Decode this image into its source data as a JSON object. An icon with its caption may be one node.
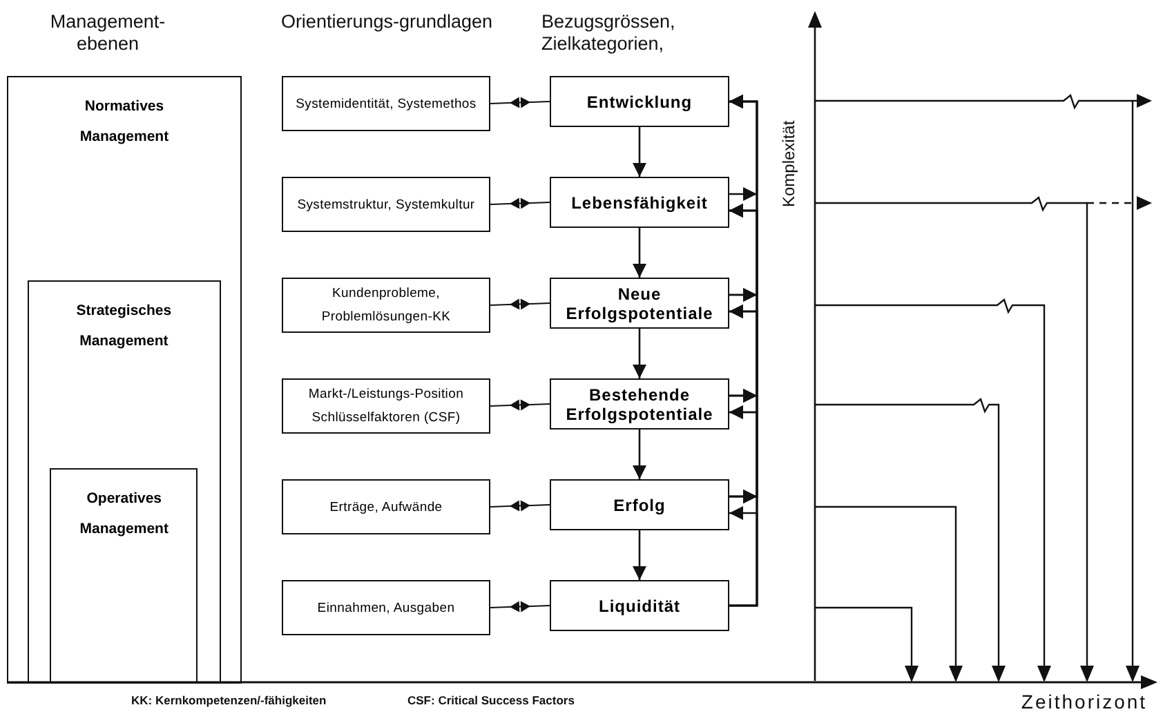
{
  "diagram": {
    "nodes": [
      {
        "text": [
          "Normatives Management"
        ]
      },
      {
        "text": [
          "Strategisches Management"
        ],
        "in": 0
      },
      {
        "text": [
          "Operatives Management"
        ],
        "in": 1
      },
      {
        "text": [
          "Systemidentität, Systemethos"
        ]
      },
      {
        "text": [
          "Systemstruktur, Systemkultur"
        ]
      },
      {
        "text": [
          "Kundenprobleme, Problemlösungen-KK"
        ]
      },
      {
        "text": [
          "Markt-/Leistungs-Position Schlüsselfaktoren (CSF)"
        ]
      },
      {
        "text": [
          "Erträge, Aufwände"
        ]
      },
      {
        "text": [
          "Einnahmen, Ausgaben"
        ]
      },
      {
        "text": [
          "Entwicklung"
        ]
      },
      {
        "text": [
          "Lebensfähigkeit"
        ]
      },
      {
        "text": [
          "Neue Erfolgspotentiale"
        ]
      },
      {
        "text": [
          "Bestehende Erfolgspotentiale"
        ]
      },
      {
        "text": [
          "Erfolg"
        ]
      },
      {
        "text": [
          "Liquidität"
        ]
      }
    ],
    "edges": [
      {
        "from": 3,
        "to": 9,
        "arrow": "both"
      },
      {
        "from": 4,
        "to": 10,
        "arrow": "both"
      },
      {
        "from": 5,
        "to": 11,
        "arrow": "both"
      },
      {
        "from": 6,
        "to": 12,
        "arrow": "both"
      },
      {
        "from": 7,
        "to": 13,
        "arrow": "both"
      },
      {
        "from": 8,
        "to": 14,
        "arrow": "both"
      },
      {
        "from": 9,
        "to": 10,
        "arrow": "to"
      },
      {
        "from": 10,
        "to": 11,
        "arrow": "to"
      },
      {
        "from": 11,
        "to": 12,
        "arrow": "to"
      },
      {
        "from": 12,
        "to": 13,
        "arrow": "to"
      },
      {
        "from": 13,
        "to": 14,
        "arrow": "to"
      },
      {
        "from": 14,
        "to": 13,
        "arrow": "to"
      },
      {
        "from": 14,
        "to": 12,
        "arrow": "to"
      },
      {
        "from": 14,
        "to": 11,
        "arrow": "to"
      },
      {
        "from": 14,
        "to": 10,
        "arrow": "to"
      },
      {
        "from": 14,
        "to": 9,
        "arrow": "to"
      },
      {
        "from": 13,
        "to": 12,
        "arrow": "to"
      },
      {
        "from": 13,
        "to": 11,
        "arrow": "to"
      },
      {
        "from": 13,
        "to": 10,
        "arrow": "to"
      },
      {
        "from": 13,
        "to": 9,
        "arrow": "to"
      },
      {
        "from": 12,
        "to": 11,
        "arrow": "to"
      },
      {
        "from": 12,
        "to": 10,
        "arrow": "to"
      },
      {
        "from": 12,
        "to": 9,
        "arrow": "to"
      },
      {
        "from": 11,
        "to": 10,
        "arrow": "to"
      },
      {
        "from": 11,
        "to": 9,
        "arrow": "to"
      },
      {
        "from": 10,
        "to": 9,
        "arrow": "to"
      }
    ],
    "labels": [
      "Management-ebenen",
      "Orientierungs-grundlagen",
      "Bezugsgrössen, Zielkategorien,",
      "Komplexität",
      "KK: Kernkompetenzen/-fähigkeiten",
      "CSF: Critical Success Factors",
      "Zeithorizont"
    ]
  }
}
